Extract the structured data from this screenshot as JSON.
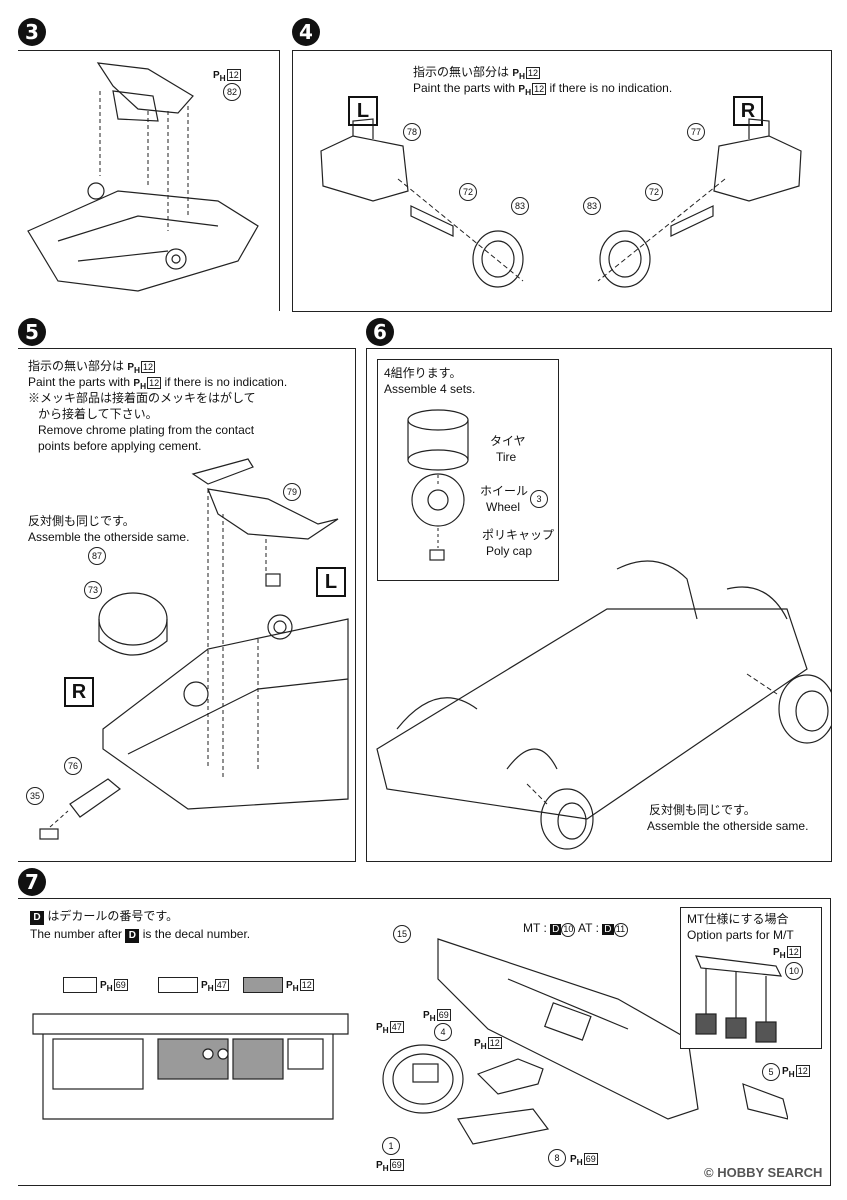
{
  "steps": {
    "s3": {
      "number": "3",
      "paint": "12",
      "part": "82"
    },
    "s4": {
      "number": "4",
      "note_jp": "指示の無い部分は",
      "note_en_pre": "Paint the parts with",
      "note_en_post": "if there is no indication.",
      "paint": "12",
      "left_label": "L",
      "right_label": "R",
      "parts": {
        "l_top": "78",
        "l_mid": "72",
        "l_wheel": "83",
        "r_top": "77",
        "r_mid": "72",
        "r_wheel": "83"
      }
    },
    "s5": {
      "number": "5",
      "note_jp": "指示の無い部分は",
      "note_en_pre": "Paint the parts with",
      "note_en_post": "if there is no indication.",
      "paint": "12",
      "chrome_jp1": "※メッキ部品は接着面のメッキをはがして",
      "chrome_jp2": "から接着して下さい。",
      "chrome_en1": "Remove chrome plating from the contact",
      "chrome_en2": "points before applying cement.",
      "other_jp": "反対側も同じです。",
      "other_en": "Assemble the otherside same.",
      "left_label": "L",
      "right_label": "R",
      "parts": {
        "p79": "79",
        "p87": "87",
        "p73": "73",
        "p76": "76",
        "p35": "35"
      }
    },
    "s6": {
      "number": "6",
      "inset_jp": "4組作ります。",
      "inset_en": "Assemble 4 sets.",
      "tire_jp": "タイヤ",
      "tire_en": "Tire",
      "wheel_jp": "ホイール",
      "wheel_en": "Wheel",
      "wheel_num": "3",
      "cap_jp": "ポリキャップ",
      "cap_en": "Poly cap",
      "other_jp": "反対側も同じです。",
      "other_en": "Assemble the otherside same."
    },
    "s7": {
      "number": "7",
      "decal_jp": "はデカールの番号です。",
      "decal_en_pre": "The number after",
      "decal_en_post": "is the decal number.",
      "decal_letter": "D",
      "swatch1": "69",
      "swatch2": "47",
      "swatch3": "12",
      "mt_label": "MT :",
      "mt_num": "10",
      "at_label": "AT :",
      "at_num": "11",
      "option_jp": "MT仕様にする場合",
      "option_en": "Option parts for M/T",
      "option_paint": "12",
      "parts": {
        "p15": "15",
        "p4": "4",
        "p1": "1",
        "p8": "8",
        "p10": "10",
        "p5": "5"
      },
      "paints": {
        "top": "69",
        "wheel_left": "47",
        "p4": "12",
        "p1": "69",
        "p8": "69",
        "p5": "12"
      }
    }
  },
  "ph_prefix": "PH",
  "watermark": "HOBBY SEARCH",
  "copyright": "©"
}
